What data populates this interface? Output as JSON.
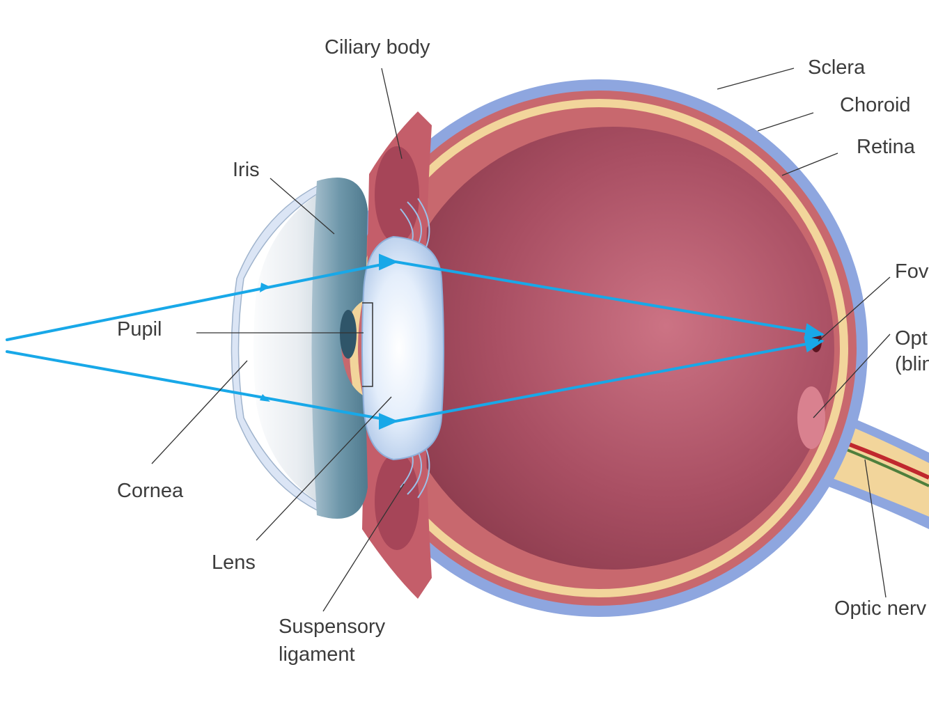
{
  "diagram": {
    "labels": {
      "ciliary_body": "Ciliary body",
      "sclera": "Sclera",
      "choroid": "Choroid",
      "retina": "Retina",
      "iris": "Iris",
      "pupil": "Pupil",
      "cornea": "Cornea",
      "lens": "Lens",
      "suspensory_ligament_line1": "Suspensory",
      "suspensory_ligament_line2": "ligament",
      "fovea_partial": "Fov",
      "optic_disc_partial_line1": "Opt",
      "optic_disc_partial_line2": "(blin",
      "optic_nerve_partial": "Optic nerv"
    },
    "colors": {
      "sclera": "#8ea6df",
      "choroid": "#c8686e",
      "retina": "#f2d59b",
      "vitreous": "#b45a6e",
      "iris": "#5f8b9e",
      "lens": "#dfeaf8",
      "cornea": "#eef2f6",
      "light_ray": "#18a8e8",
      "leader_line": "#333333"
    }
  }
}
